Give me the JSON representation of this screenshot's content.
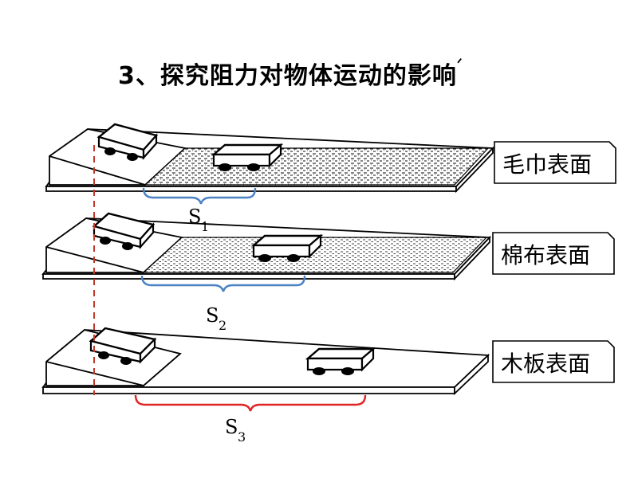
{
  "title": "3、探究阻力对物体运动的影响",
  "title_mark": "ᐟ",
  "surfaces": [
    {
      "label": "毛巾表面",
      "distance_label": "S",
      "distance_sub": "1"
    },
    {
      "label": "棉布表面",
      "distance_label": "S",
      "distance_sub": "2"
    },
    {
      "label": "木板表面",
      "distance_label": "S",
      "distance_sub": "3"
    }
  ],
  "colors": {
    "brace_blue": "#4a82c4",
    "brace_red": "#e02424",
    "dashed_line": "#c0392b"
  }
}
